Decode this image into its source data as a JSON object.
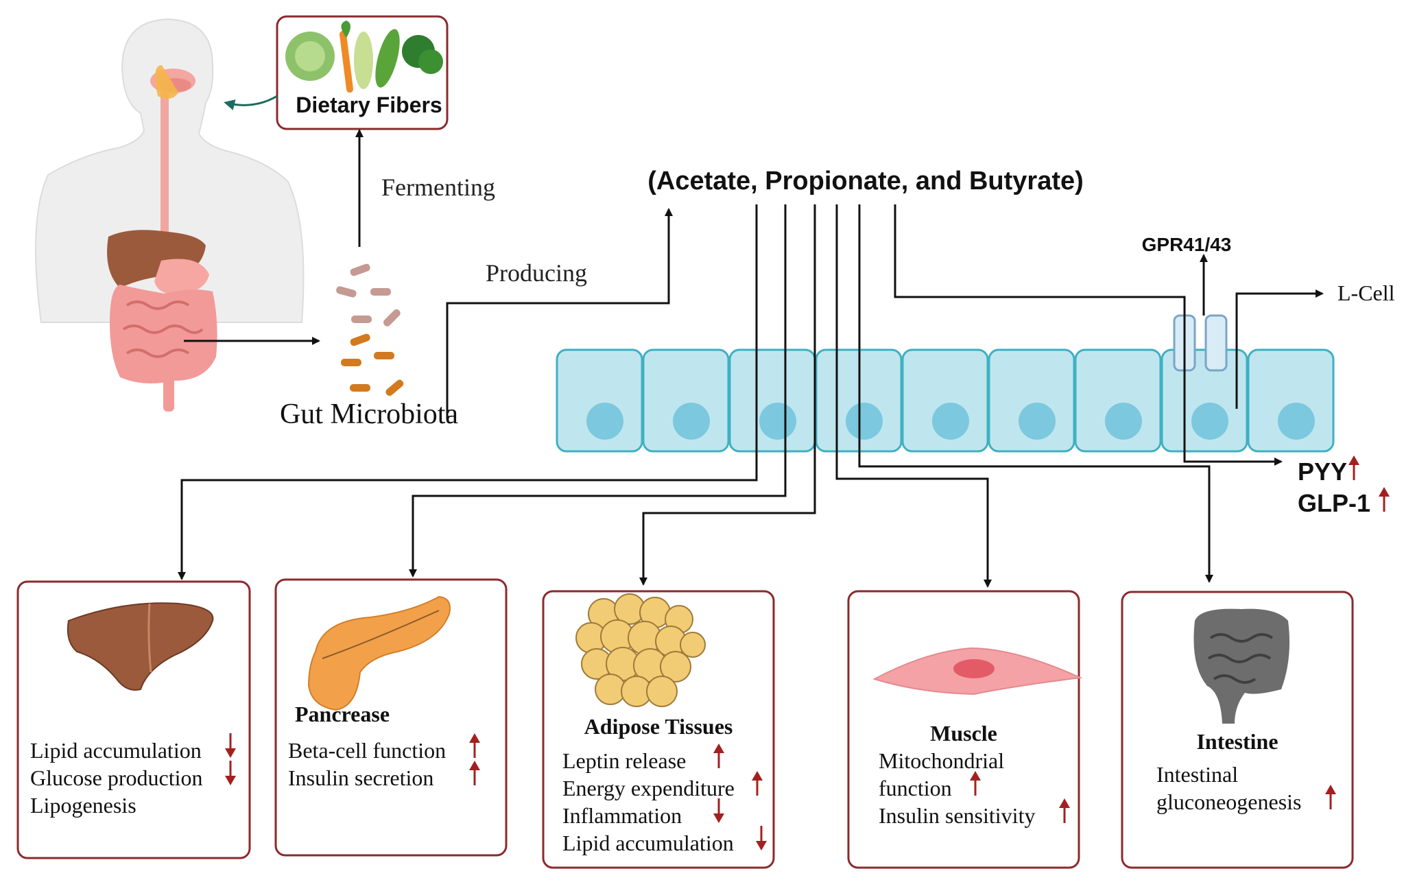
{
  "top": {
    "dietary_fibers": "Dietary Fibers",
    "fermenting": "Fermenting",
    "producing": "Producing",
    "gut_microbiota": "Gut Microbiota",
    "scfa": "(Acetate, Propionate, and Butyrate)"
  },
  "epithelium": {
    "receptor": "GPR41/43",
    "cell": "L-Cell",
    "hormones": [
      {
        "label": "PYY",
        "trend": "up"
      },
      {
        "label": "GLP-1",
        "trend": "up"
      }
    ]
  },
  "organs": [
    {
      "title": "",
      "icon": "liver-icon",
      "effects": [
        {
          "text": "Lipid accumulation",
          "trend": "down"
        },
        {
          "text": "Glucose production",
          "trend": "down"
        },
        {
          "text": "Lipogenesis",
          "trend": ""
        }
      ]
    },
    {
      "title": "Pancrease",
      "icon": "pancreas-icon",
      "effects": [
        {
          "text": "Beta-cell function",
          "trend": "up"
        },
        {
          "text": "Insulin secretion",
          "trend": "up"
        }
      ]
    },
    {
      "title": "Adipose Tissues",
      "icon": "adipose-icon",
      "effects": [
        {
          "text": "Leptin release",
          "trend": "up"
        },
        {
          "text": "Energy expenditure",
          "trend": "up"
        },
        {
          "text": "Inflammation",
          "trend": "down"
        },
        {
          "text": "Lipid accumulation",
          "trend": "down"
        }
      ]
    },
    {
      "title": "Muscle",
      "icon": "muscle-cell-icon",
      "effects": [
        {
          "text": "Mitochondrial",
          "trend": ""
        },
        {
          "text": "function",
          "trend": "up"
        },
        {
          "text": "Insulin sensitivity",
          "trend": "up"
        }
      ]
    },
    {
      "title": "Intestine",
      "icon": "intestine-icon",
      "effects": [
        {
          "text": "Intestinal",
          "trend": ""
        },
        {
          "text": "gluconeogenesis",
          "trend": "up"
        }
      ]
    }
  ],
  "colors": {
    "box_border": "#8b2a2e",
    "arrow_trend": "#a3201f",
    "epithelium_fill": "#bfe6ee",
    "epithelium_stroke": "#3fb0c2",
    "nucleus": "#7cc8de"
  }
}
